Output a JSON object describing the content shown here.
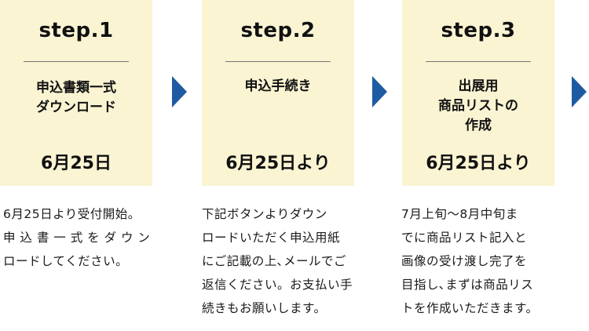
{
  "steps": [
    {
      "title": "step.1",
      "label_lines": [
        "申込書類一式",
        "ダウンロード"
      ],
      "date": "6月25日",
      "desc_lines": [
        "6月25日より受付開始。",
        "申 込 書 一 式 を ダ ウ ン",
        "ロードしてください。"
      ]
    },
    {
      "title": "step.2",
      "label_lines": [
        "申込手続き"
      ],
      "date": "6月25日より",
      "desc_lines": [
        "下記ボタンよりダウン",
        "ロードいただく申込用紙",
        "にご記載の上､メールでご",
        "返信ください。お支払い手",
        "続きもお願いします。"
      ]
    },
    {
      "title": "step.3",
      "label_lines": [
        "出展用",
        "商品リストの",
        "作成"
      ],
      "date": "6月25日より",
      "desc_lines": [
        "7月上旬～8月中旬ま",
        "でに商品リスト記入と",
        "画像の受け渡し完了を",
        "目指し､まずは商品リス",
        "トを作成いただきます。"
      ]
    }
  ],
  "colors": {
    "card_background": "#faf4d3",
    "arrow": "#1f5ba3"
  },
  "icons": [
    "chevron-right-icon",
    "chevron-right-icon",
    "chevron-right-icon"
  ]
}
